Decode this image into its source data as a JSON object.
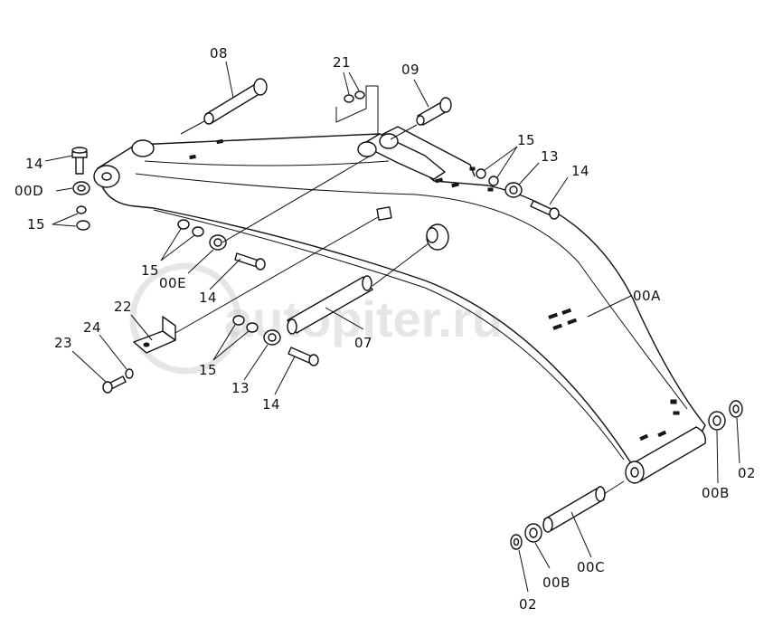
{
  "callouts": {
    "c08": "08",
    "c21": "21",
    "c09": "09",
    "c14_top_left": "14",
    "c00D": "00D",
    "c15_top_left": "15",
    "c15_right": "15",
    "c13_right": "13",
    "c14_right": "14",
    "c15_mid": "15",
    "c00E": "00E",
    "c14_mid": "14",
    "c22": "22",
    "c24": "24",
    "c23": "23",
    "c00A": "00A",
    "c07": "07",
    "c15_low": "15",
    "c13_low": "13",
    "c14_low": "14",
    "c00B_right": "00B",
    "c02_right": "02",
    "c00C": "00C",
    "c00B_bottom": "00B",
    "c02_bottom": "02"
  },
  "watermark": {
    "text": "autopiter.ru"
  },
  "colors": {
    "line": "#111111",
    "paper": "#ffffff",
    "watermark": "#c8c8c8"
  }
}
